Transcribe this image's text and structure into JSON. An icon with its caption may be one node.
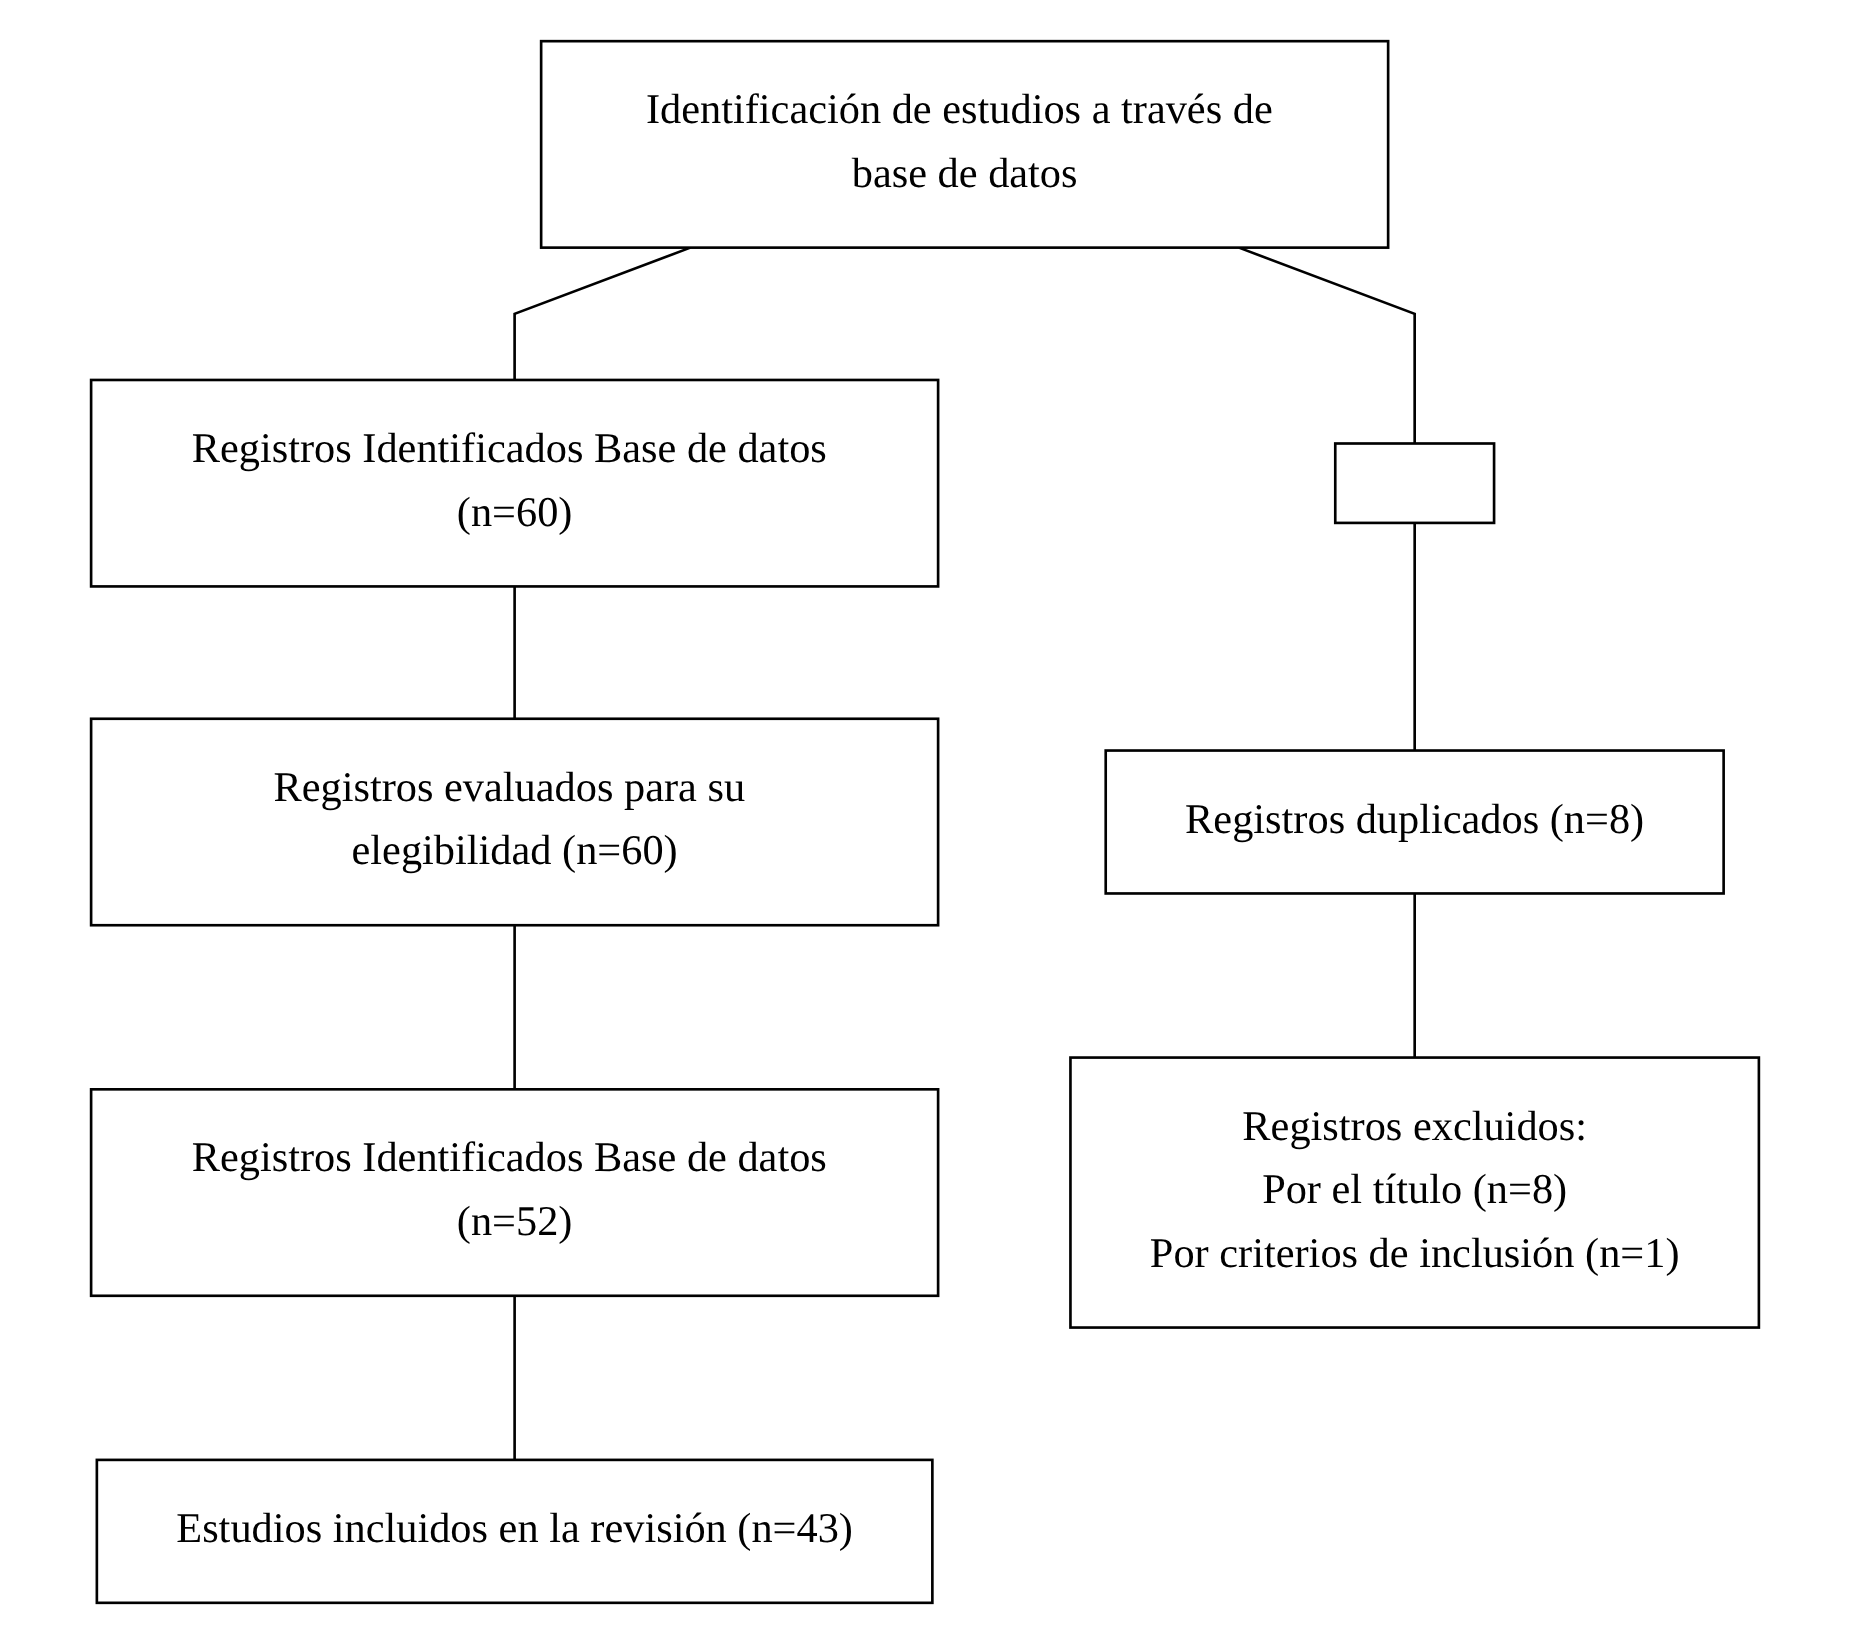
{
  "diagram": {
    "nodes": [
      {
        "text": [
          "Identificación de estudios a través de base de datos"
        ]
      },
      {
        "text": [
          "Registros Identificados Base de datos (n=60)"
        ]
      },
      {
        "text": [],
        "shape": "box"
      },
      {
        "text": [
          "Registros evaluados para su elegibilidad (n=60)"
        ]
      },
      {
        "text": [
          "Registros duplicados (n=8)"
        ]
      },
      {
        "text": [
          "Registros Identificados Base de datos (n=52)"
        ]
      },
      {
        "text": [
          "Registros excluidos:",
          "Por el título (n=8)",
          "Por criterios de inclusión (n=1)"
        ]
      },
      {
        "text": [
          "Estudios incluidos en la revisión (n=43)"
        ]
      }
    ],
    "edges": [
      {
        "from": 0,
        "to": 1,
        "arrow": "none"
      },
      {
        "from": 0,
        "to": 2,
        "arrow": "none"
      },
      {
        "from": 1,
        "to": 3,
        "arrow": "none"
      },
      {
        "from": 3,
        "to": 5,
        "arrow": "none"
      },
      {
        "from": 5,
        "to": 7,
        "arrow": "none"
      },
      {
        "from": 2,
        "to": 4,
        "arrow": "none"
      },
      {
        "from": 4,
        "to": 6,
        "arrow": "none"
      }
    ]
  }
}
